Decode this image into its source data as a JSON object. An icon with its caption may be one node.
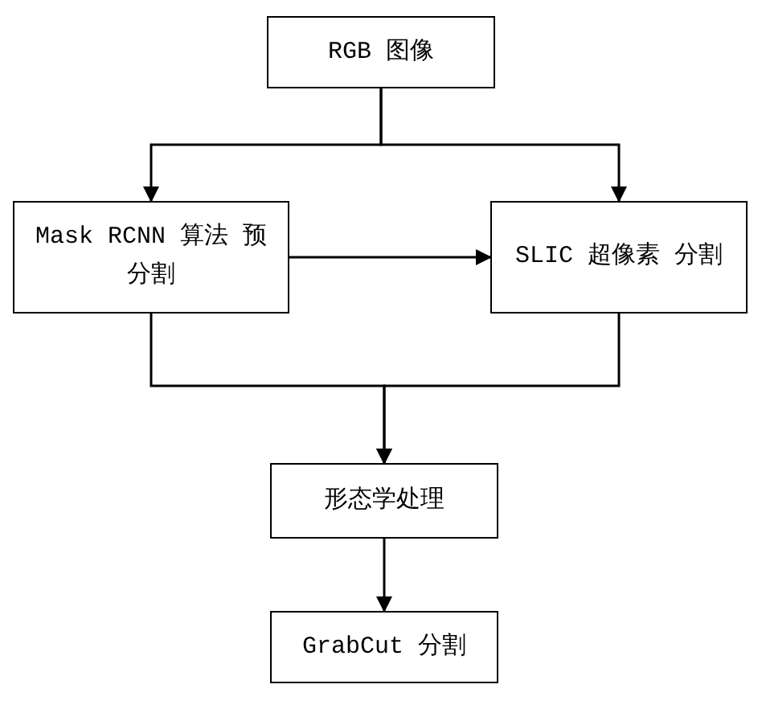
{
  "diagram": {
    "nodes": [
      {
        "text": [
          "RGB 图像"
        ]
      },
      {
        "text": [
          "Mask RCNN 算法 预分割"
        ]
      },
      {
        "text": [
          "SLIC 超像素 分割"
        ]
      },
      {
        "text": [
          "形态学处理"
        ]
      },
      {
        "text": [
          "GrabCut 分割"
        ]
      }
    ],
    "edges": [
      {
        "from": 0,
        "to": 1,
        "arrow": "to"
      },
      {
        "from": 0,
        "to": 2,
        "arrow": "to"
      },
      {
        "from": 1,
        "to": 2,
        "arrow": "to"
      },
      {
        "from": 1,
        "to": 3,
        "arrow": "to"
      },
      {
        "from": 2,
        "to": 3,
        "arrow": "to"
      },
      {
        "from": 3,
        "to": 4,
        "arrow": "to"
      }
    ]
  }
}
